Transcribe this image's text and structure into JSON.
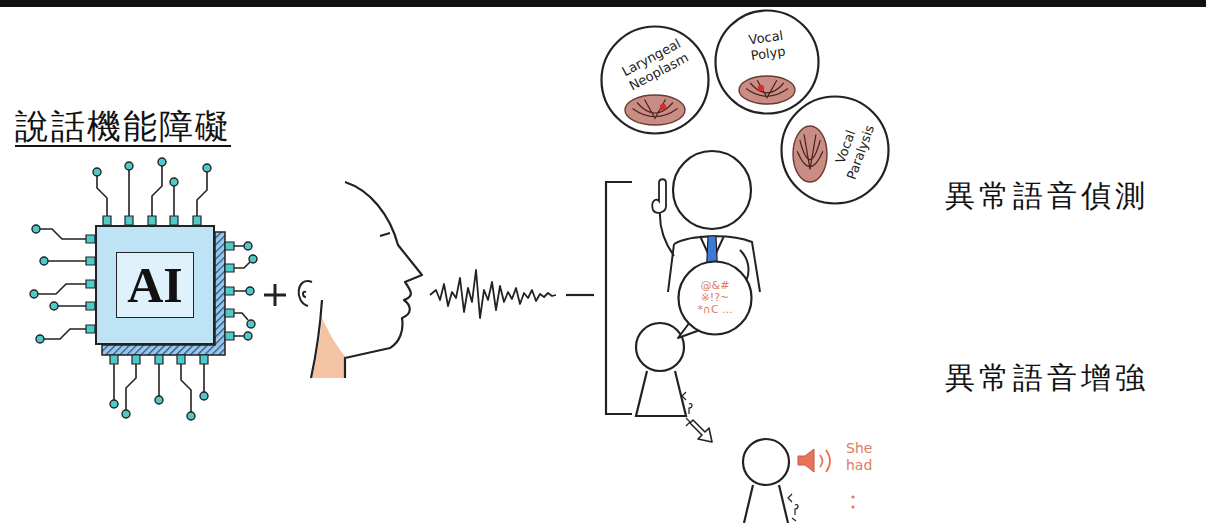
{
  "diagram": {
    "title": "說話機能障礙",
    "nodes": [
      {
        "text": [
          "AI"
        ]
      },
      {
        "text": [
          "Laryngeal Neoplasm"
        ]
      },
      {
        "text": [
          "Vocal Polyp"
        ]
      },
      {
        "text": [
          "Vocal Paralysis"
        ]
      },
      {
        "text": [
          "@&# ※!?~ *∩C ..."
        ]
      }
    ],
    "labels": [
      "異常語音偵測",
      "異常語音增強",
      "She had"
    ]
  }
}
